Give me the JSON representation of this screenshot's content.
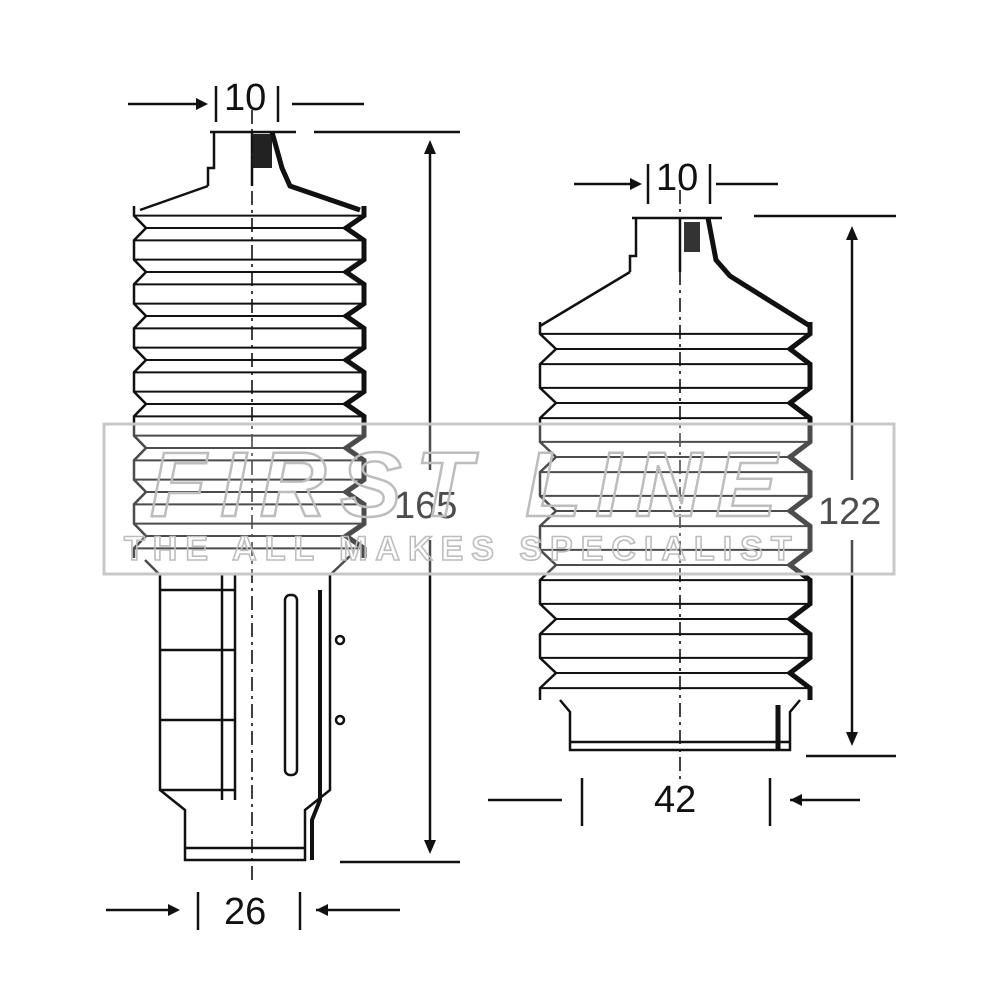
{
  "dimensions": {
    "left_top_diameter": "10",
    "left_height": "165",
    "left_bottom_diameter": "26",
    "right_top_diameter": "10",
    "right_height": "122",
    "right_bottom_diameter": "42"
  },
  "watermark": {
    "brand": "FIRST LINE",
    "tagline": "THE ALL MAKES SPECIALIST"
  },
  "colors": {
    "line": "#111111",
    "watermark": "#bdbdbd"
  }
}
